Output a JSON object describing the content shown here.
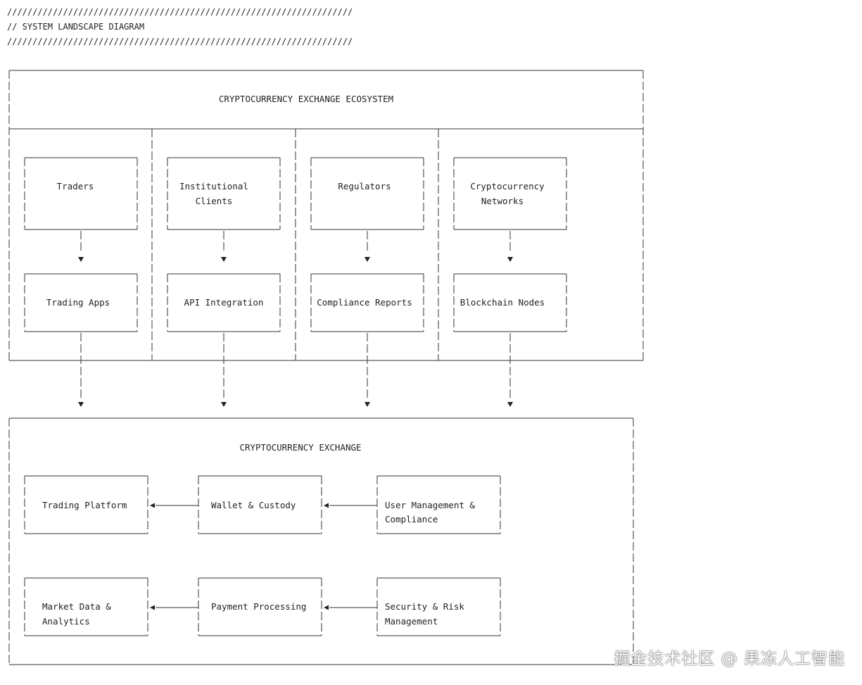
{
  "header": {
    "rule_top": "////////////////////////////////////////////////////////////////////",
    "title": "// SYSTEM LANDSCAPE DIAGRAM",
    "rule_bottom": "////////////////////////////////////////////////////////////////////"
  },
  "ecosystem": {
    "title": "CRYPTOCURRENCY EXCHANGE ECOSYSTEM",
    "columns": [
      {
        "actor": [
          "Traders"
        ],
        "channel": "Trading Apps"
      },
      {
        "actor": [
          "Institutional",
          "Clients"
        ],
        "channel": "API Integration"
      },
      {
        "actor": [
          "Regulators"
        ],
        "channel": "Compliance Reports"
      },
      {
        "actor": [
          "Cryptocurrency",
          "Networks"
        ],
        "channel": "Blockchain Nodes"
      }
    ]
  },
  "exchange": {
    "title": "CRYPTOCURRENCY EXCHANGE",
    "row1": [
      {
        "lines": [
          "Trading Platform"
        ]
      },
      {
        "lines": [
          "Wallet & Custody"
        ]
      },
      {
        "lines": [
          "User Management &",
          "Compliance"
        ]
      }
    ],
    "row2": [
      {
        "lines": [
          "Market Data &",
          "Analytics"
        ]
      },
      {
        "lines": [
          "Payment Processing"
        ]
      },
      {
        "lines": [
          "Security & Risk",
          "Management"
        ]
      }
    ]
  },
  "watermark": "掘金技术社区 @ 果冻人工智能"
}
